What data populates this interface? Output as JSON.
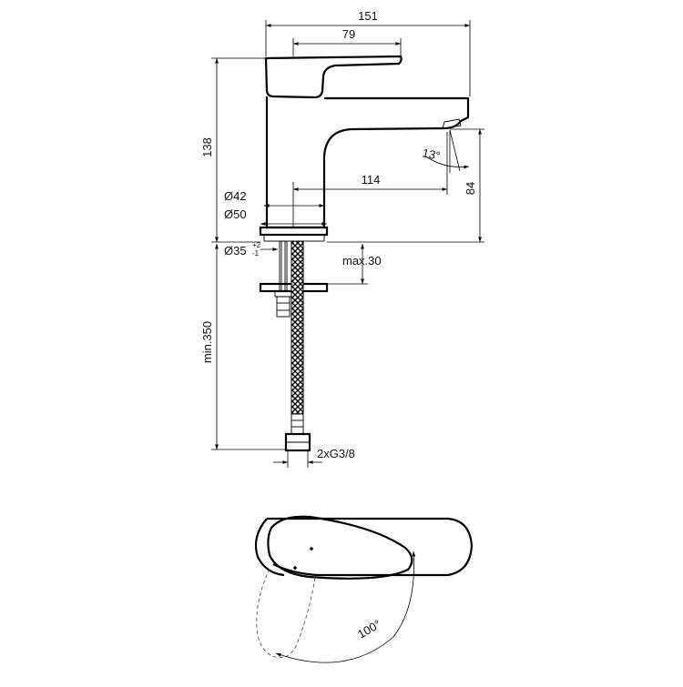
{
  "dimensions": {
    "overall_width": "151",
    "handle_length": "79",
    "overall_height": "138",
    "spout_reach": "114",
    "spout_height": "84",
    "spout_angle": "13°",
    "body_diameter_top": "Ø42",
    "base_diameter": "Ø50",
    "hole_diameter": "Ø35",
    "hole_tol_upper": "+2",
    "hole_tol_lower": "-1",
    "max_thickness": "max.30",
    "hose_length": "min.350",
    "connection": "2xG3/8",
    "rotation_angle": "100°"
  }
}
